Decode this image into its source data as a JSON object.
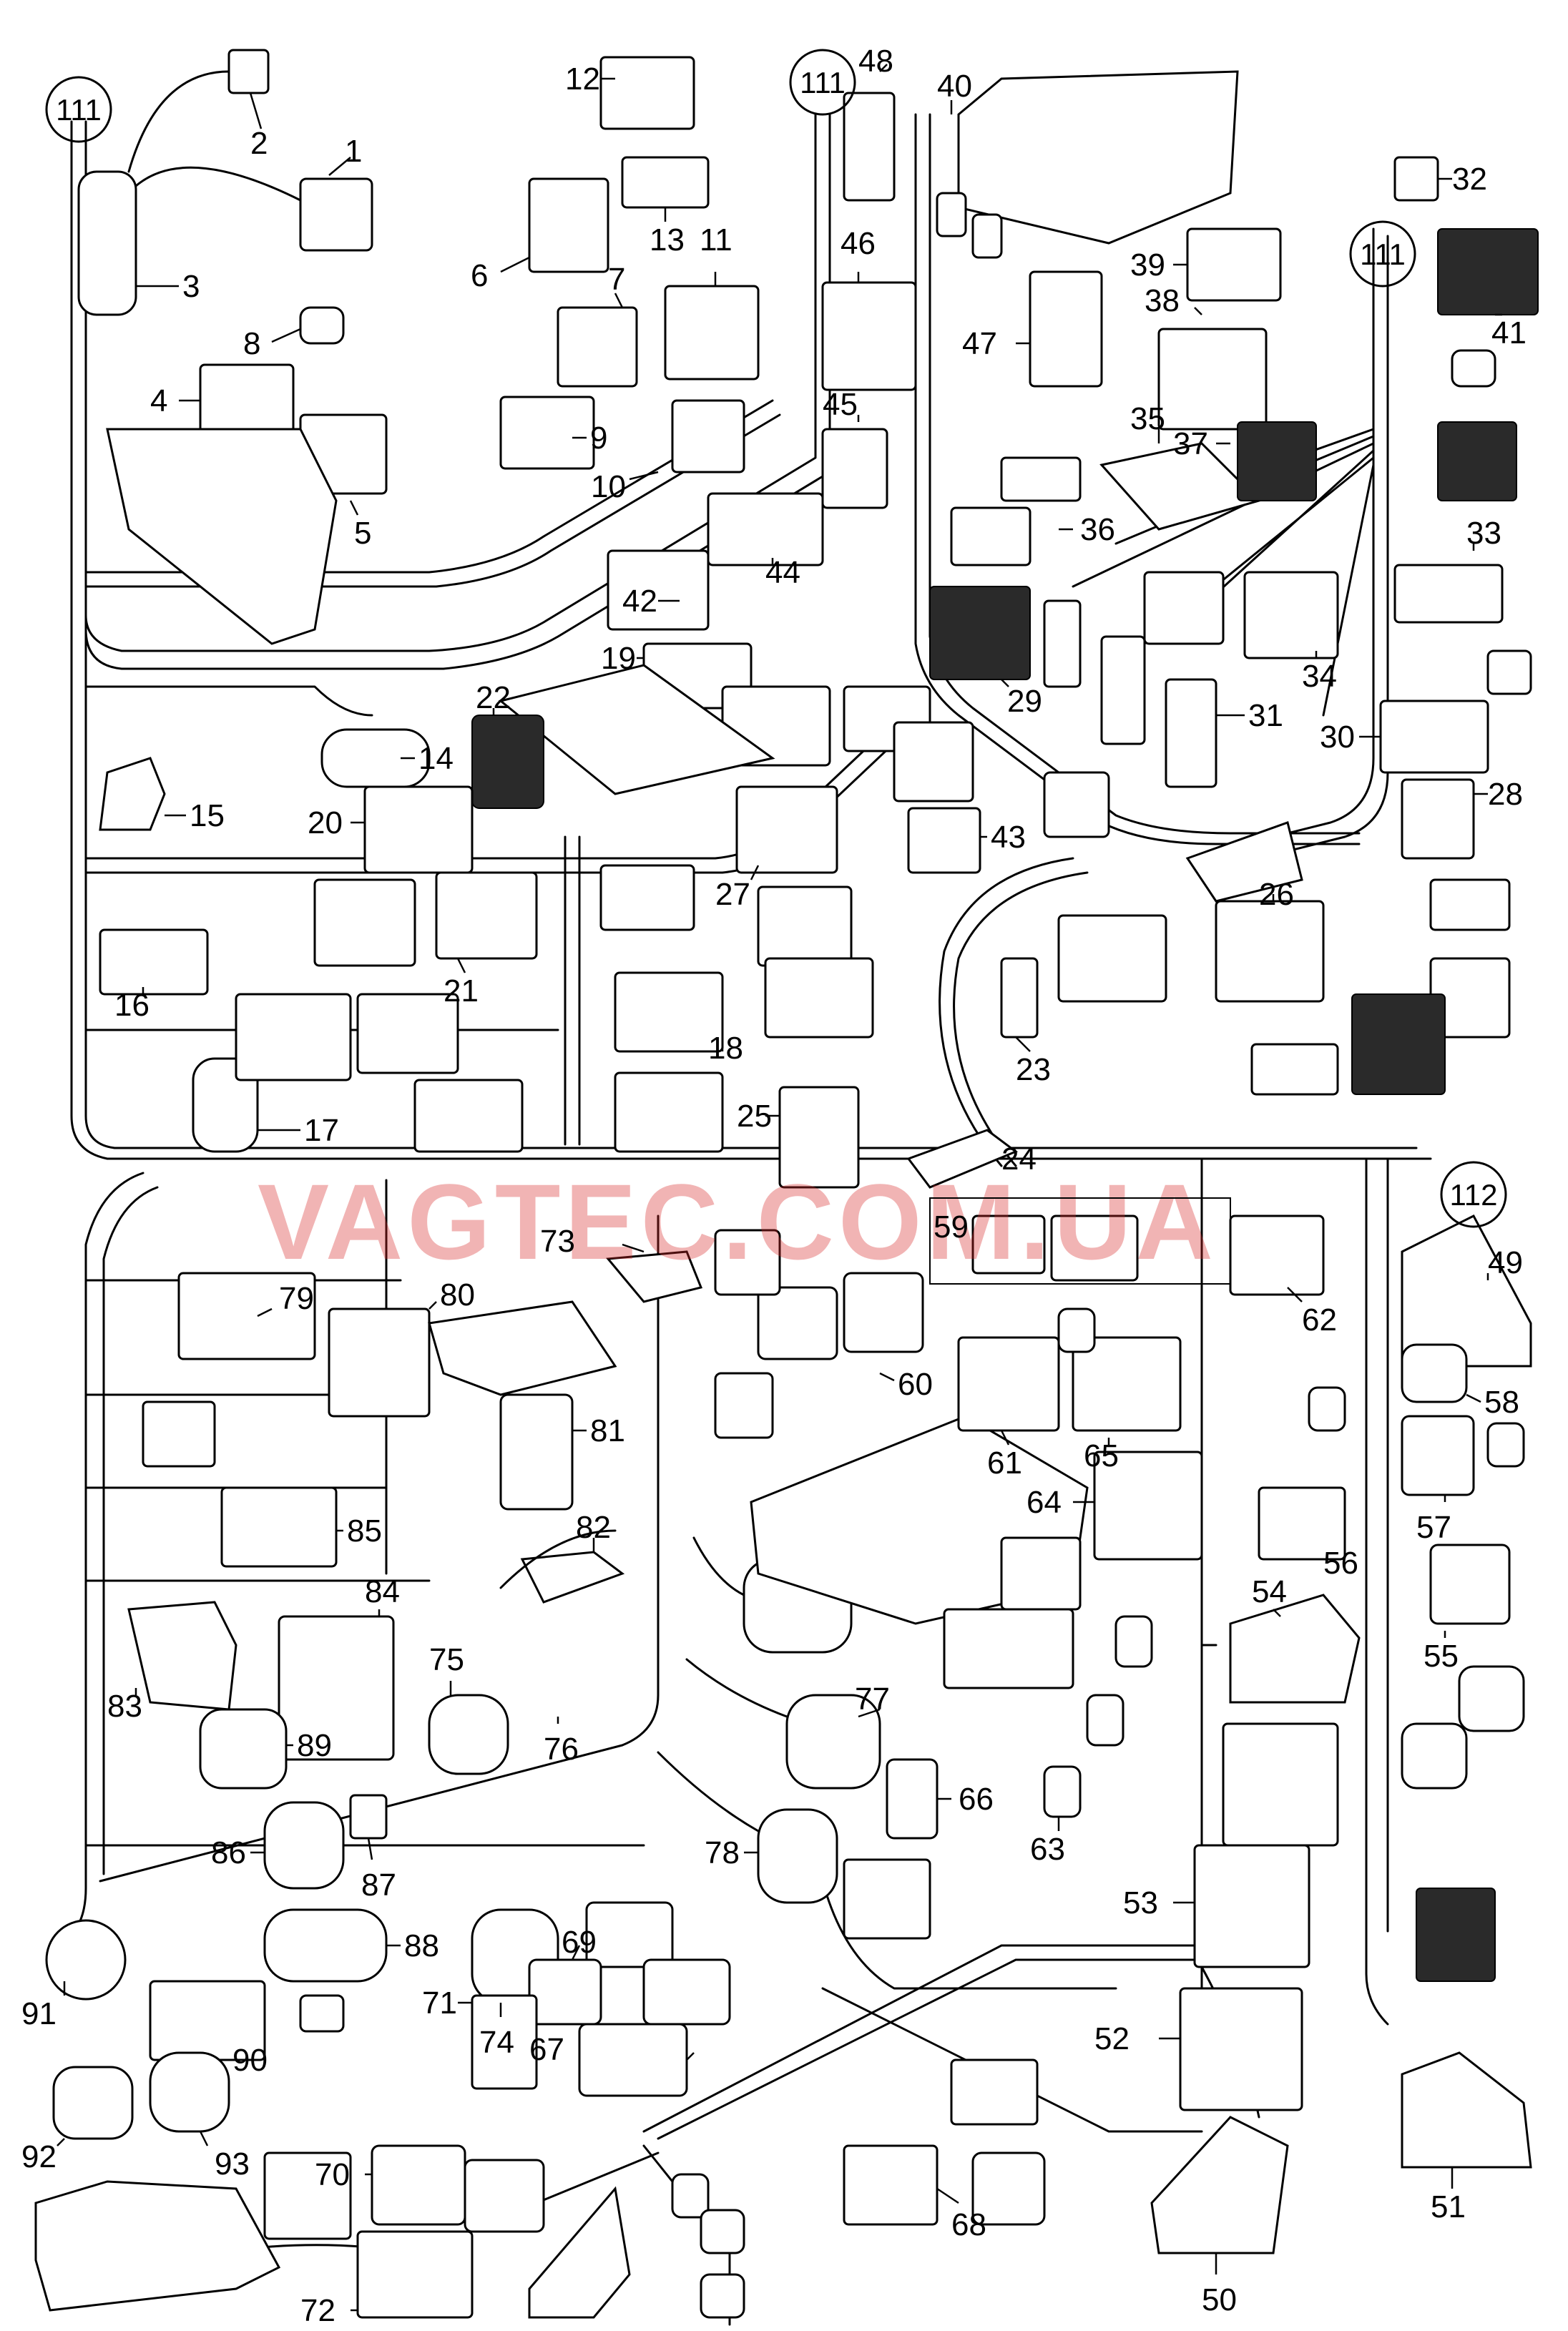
{
  "watermark": "VAGTEC.COM.UA",
  "reference_circles": [
    "111",
    "111",
    "111",
    "112"
  ],
  "labels": [
    "1",
    "2",
    "3",
    "4",
    "5",
    "6",
    "7",
    "8",
    "9",
    "10",
    "11",
    "12",
    "13",
    "14",
    "15",
    "16",
    "17",
    "18",
    "19",
    "20",
    "21",
    "22",
    "23",
    "24",
    "25",
    "26",
    "27",
    "28",
    "29",
    "30",
    "31",
    "32",
    "33",
    "34",
    "35",
    "36",
    "37",
    "38",
    "39",
    "40",
    "41",
    "42",
    "43",
    "44",
    "45",
    "46",
    "47",
    "48",
    "49",
    "50",
    "51",
    "52",
    "53",
    "54",
    "55",
    "56",
    "57",
    "58",
    "59",
    "60",
    "61",
    "62",
    "63",
    "64",
    "65",
    "66",
    "67",
    "68",
    "69",
    "70",
    "71",
    "72",
    "73",
    "74",
    "75",
    "76",
    "77",
    "78",
    "79",
    "80",
    "81",
    "82",
    "83",
    "84",
    "85",
    "86",
    "87",
    "88",
    "89",
    "90",
    "91",
    "92",
    "93"
  ]
}
